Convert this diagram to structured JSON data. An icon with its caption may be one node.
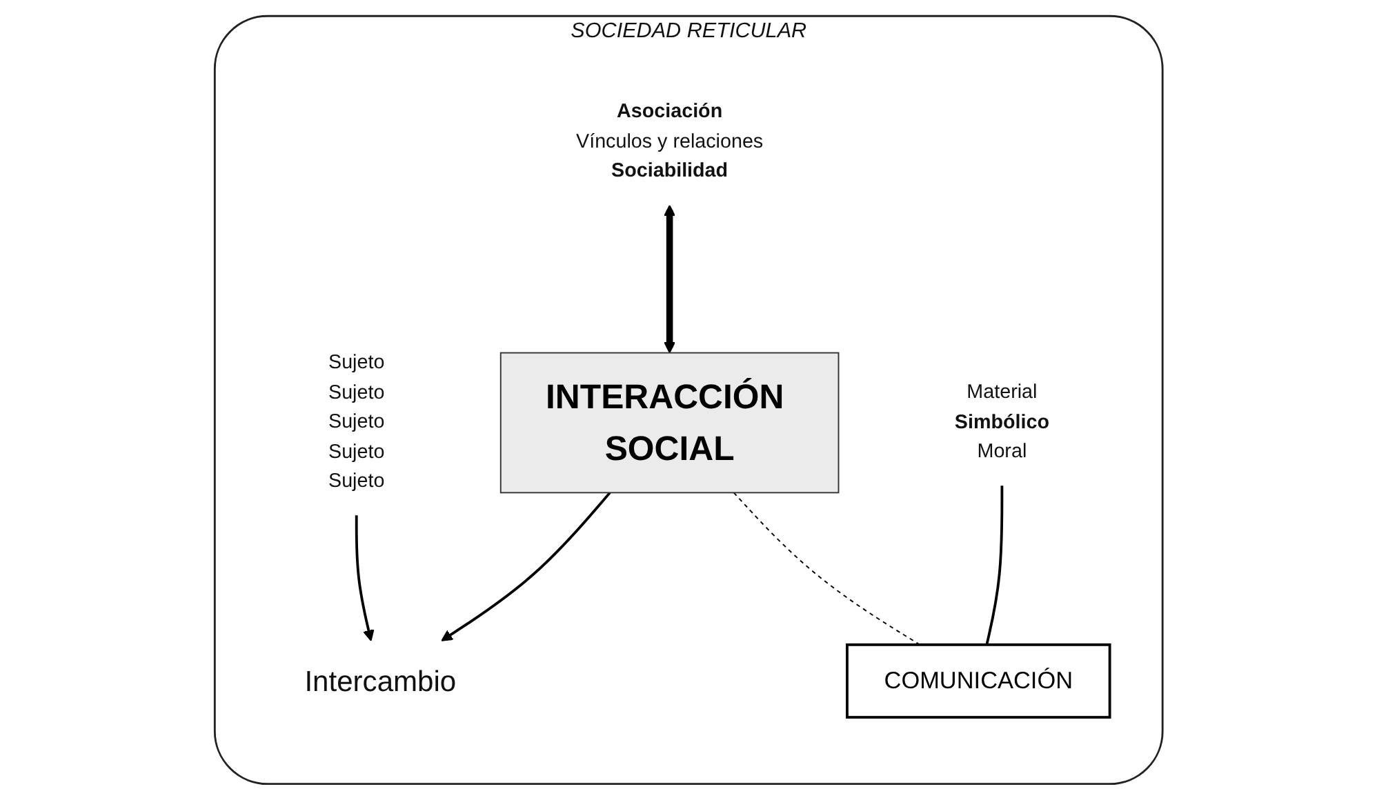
{
  "diagram": {
    "nodes": [
      {
        "text": [
          "SOCIEDAD RETICULAR"
        ]
      },
      {
        "text": [
          "Sujeto",
          "Sujeto",
          "Sujeto",
          "Sujeto",
          "Sujeto"
        ],
        "in": 0
      },
      {
        "text": [
          "Asociación",
          "Vínculos y relaciones",
          "Sociabilidad"
        ],
        "in": 0
      },
      {
        "text": [
          "INTERACCIÓN SOCIAL"
        ],
        "in": 0
      },
      {
        "text": [
          "Intercambio"
        ],
        "in": 0
      },
      {
        "text": [
          "Material",
          "Simbólico",
          "Moral"
        ],
        "in": 0
      },
      {
        "text": [
          "COMUNICACIÓN"
        ],
        "in": 0
      }
    ],
    "edges": [
      {
        "from": 2,
        "to": 3,
        "arrow": "both",
        "style": "thick"
      },
      {
        "from": 1,
        "to": 4,
        "arrow": "to"
      },
      {
        "from": 3,
        "to": 4,
        "arrow": "to"
      },
      {
        "from": 3,
        "to": 6,
        "arrow": "none",
        "style": "dashed"
      },
      {
        "from": 5,
        "to": 6,
        "arrow": "none"
      }
    ]
  }
}
